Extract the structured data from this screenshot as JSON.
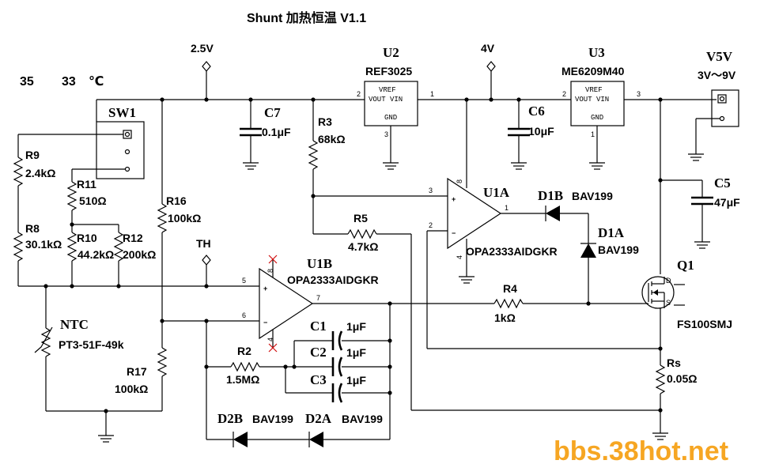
{
  "title": "Shunt 加热恒温 V1.1",
  "temps": {
    "t1": "35",
    "t2": "33",
    "unit": "℃"
  },
  "rails": {
    "v25": "2.5V",
    "v4": "4V",
    "v5v": "V5V",
    "v5v_range": "3V～9V",
    "th": "TH"
  },
  "ic": {
    "u2": {
      "ref": "U2",
      "part": "REF3025",
      "line1": "VREF",
      "line2": "VOUT VIN",
      "line3": "GND",
      "pins": [
        "2",
        "1",
        "3"
      ]
    },
    "u3": {
      "ref": "U3",
      "part": "ME6209M40",
      "line1": "VREF",
      "line2": "VOUT VIN",
      "line3": "GND",
      "pins": [
        "2",
        "3",
        "1"
      ]
    }
  },
  "opamps": {
    "u1a": {
      "ref": "U1A",
      "part": "OPA2333AIDGKR",
      "pins": [
        "3",
        "2",
        "1",
        "8",
        "4"
      ]
    },
    "u1b": {
      "ref": "U1B",
      "part": "OPA2333AIDGKR",
      "pins": [
        "5",
        "6",
        "7",
        "8",
        "4"
      ]
    }
  },
  "switch": {
    "ref": "SW1"
  },
  "resistors": [
    {
      "ref": "R9",
      "value": "2.4kΩ"
    },
    {
      "ref": "R11",
      "value": "510Ω"
    },
    {
      "ref": "R8",
      "value": "30.1kΩ"
    },
    {
      "ref": "R10",
      "value": "44.2kΩ"
    },
    {
      "ref": "R12",
      "value": "200kΩ"
    },
    {
      "ref": "R16",
      "value": "100kΩ"
    },
    {
      "ref": "R17",
      "value": "100kΩ"
    },
    {
      "ref": "R3",
      "value": "68kΩ"
    },
    {
      "ref": "R4",
      "value": "1kΩ"
    },
    {
      "ref": "R5",
      "value": "4.7kΩ"
    },
    {
      "ref": "R2",
      "value": "1.5MΩ"
    },
    {
      "ref": "Rs",
      "value": "0.05Ω"
    }
  ],
  "capacitors": [
    {
      "ref": "C7",
      "value": "0.1μF"
    },
    {
      "ref": "C6",
      "value": "10μF"
    },
    {
      "ref": "C5",
      "value": "47μF"
    },
    {
      "ref": "C1",
      "value": "1μF"
    },
    {
      "ref": "C2",
      "value": "1μF"
    },
    {
      "ref": "C3",
      "value": "1μF"
    }
  ],
  "diodes": [
    {
      "ref": "D1B",
      "part": "BAV199"
    },
    {
      "ref": "D1A",
      "part": "BAV199"
    },
    {
      "ref": "D2B",
      "part": "BAV199"
    },
    {
      "ref": "D2A",
      "part": "BAV199"
    }
  ],
  "ntc": {
    "ref": "NTC",
    "part": "PT3-51F-49k"
  },
  "mosfet": {
    "ref": "Q1",
    "part": "FS100SMJ"
  },
  "watermark": "bbs.38hot.net"
}
